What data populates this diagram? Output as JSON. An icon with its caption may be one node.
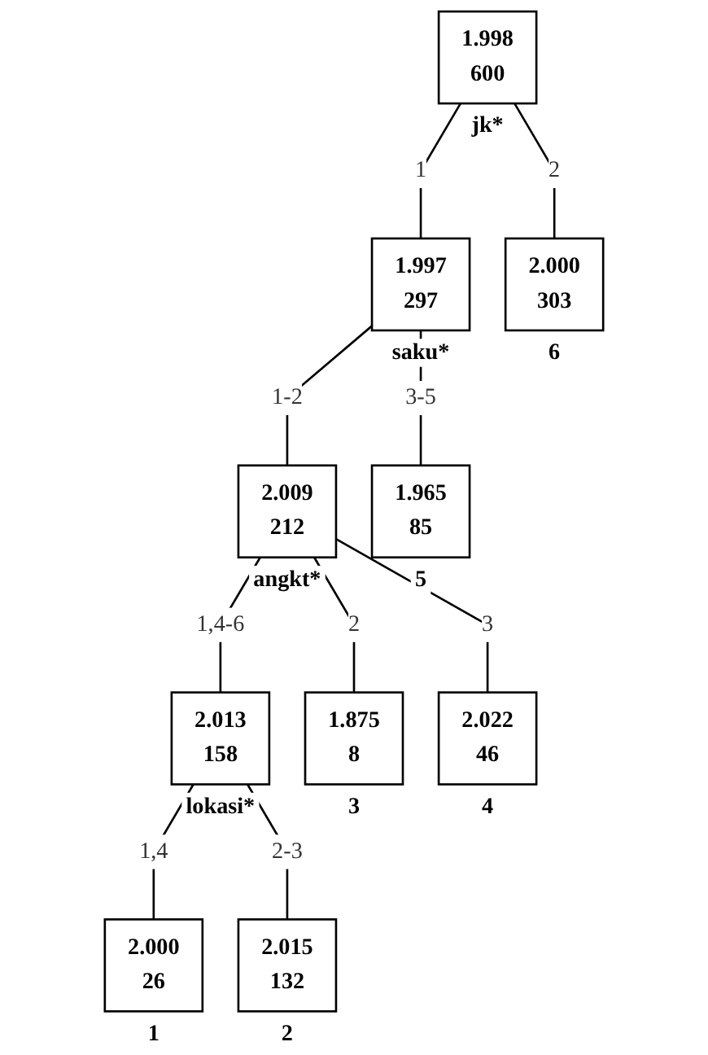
{
  "diagram": {
    "nodes": [
      {
        "text": [
          "1.998",
          "600"
        ],
        "beside": [
          "jk*"
        ]
      },
      {
        "text": [
          "1.997",
          "297"
        ],
        "beside": [
          "saku*"
        ]
      },
      {
        "text": [
          "2.000",
          "303"
        ],
        "beside": [
          "6"
        ]
      },
      {
        "text": [
          "2.009",
          "212"
        ],
        "beside": [
          "angkt*"
        ]
      },
      {
        "text": [
          "1.965",
          "85"
        ],
        "beside": [
          "5"
        ]
      },
      {
        "text": [
          "2.013",
          "158"
        ],
        "beside": [
          "lokasi*"
        ]
      },
      {
        "text": [
          "1.875",
          "8"
        ],
        "beside": [
          "3"
        ]
      },
      {
        "text": [
          "2.022",
          "46"
        ],
        "beside": [
          "4"
        ]
      },
      {
        "text": [
          "2.000",
          "26"
        ],
        "beside": [
          "1"
        ]
      },
      {
        "text": [
          "2.015",
          "132"
        ],
        "beside": [
          "2"
        ]
      }
    ],
    "edges": [
      {
        "from": 0,
        "to": 1,
        "arrow": "none",
        "label": "1"
      },
      {
        "from": 0,
        "to": 2,
        "arrow": "none",
        "label": "2"
      },
      {
        "from": 1,
        "to": 3,
        "arrow": "none",
        "label": "1-2"
      },
      {
        "from": 1,
        "to": 4,
        "arrow": "none",
        "label": "3-5"
      },
      {
        "from": 3,
        "to": 5,
        "arrow": "none",
        "label": "1,4-6"
      },
      {
        "from": 3,
        "to": 6,
        "arrow": "none",
        "label": "2"
      },
      {
        "from": 3,
        "to": 7,
        "arrow": "none",
        "label": "3"
      },
      {
        "from": 5,
        "to": 8,
        "arrow": "none",
        "label": "1,4"
      },
      {
        "from": 5,
        "to": 9,
        "arrow": "none",
        "label": "2-3"
      }
    ]
  }
}
